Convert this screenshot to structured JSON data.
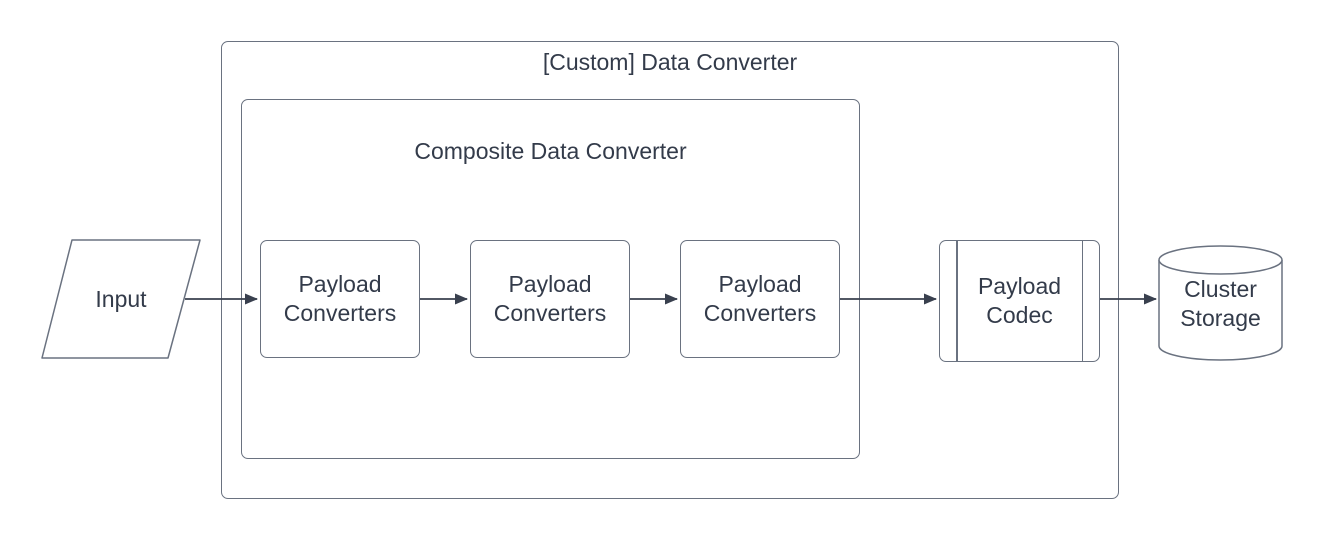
{
  "groups": {
    "outer": {
      "label": "[Custom] Data Converter"
    },
    "inner": {
      "label": "Composite Data Converter"
    }
  },
  "nodes": {
    "input": {
      "label": "Input",
      "shape": "parallelogram"
    },
    "payload_converter_1": {
      "label": "Payload Converters",
      "shape": "rounded-rectangle"
    },
    "payload_converter_2": {
      "label": "Payload Converters",
      "shape": "rounded-rectangle"
    },
    "payload_converter_3": {
      "label": "Payload Converters",
      "shape": "rounded-rectangle"
    },
    "payload_codec": {
      "label": "Payload Codec",
      "shape": "predefined-process"
    },
    "cluster_storage": {
      "label": "Cluster Storage",
      "shape": "cylinder"
    }
  },
  "edges": [
    {
      "from": "input",
      "to": "payload_converter_1"
    },
    {
      "from": "payload_converter_1",
      "to": "payload_converter_2"
    },
    {
      "from": "payload_converter_2",
      "to": "payload_converter_3"
    },
    {
      "from": "payload_converter_3",
      "to": "payload_codec"
    },
    {
      "from": "payload_codec",
      "to": "cluster_storage"
    }
  ],
  "colors": {
    "background": "#ffffff",
    "shape_stroke": "#6a7280",
    "arrow": "#39404e",
    "text": "#333b4a"
  }
}
